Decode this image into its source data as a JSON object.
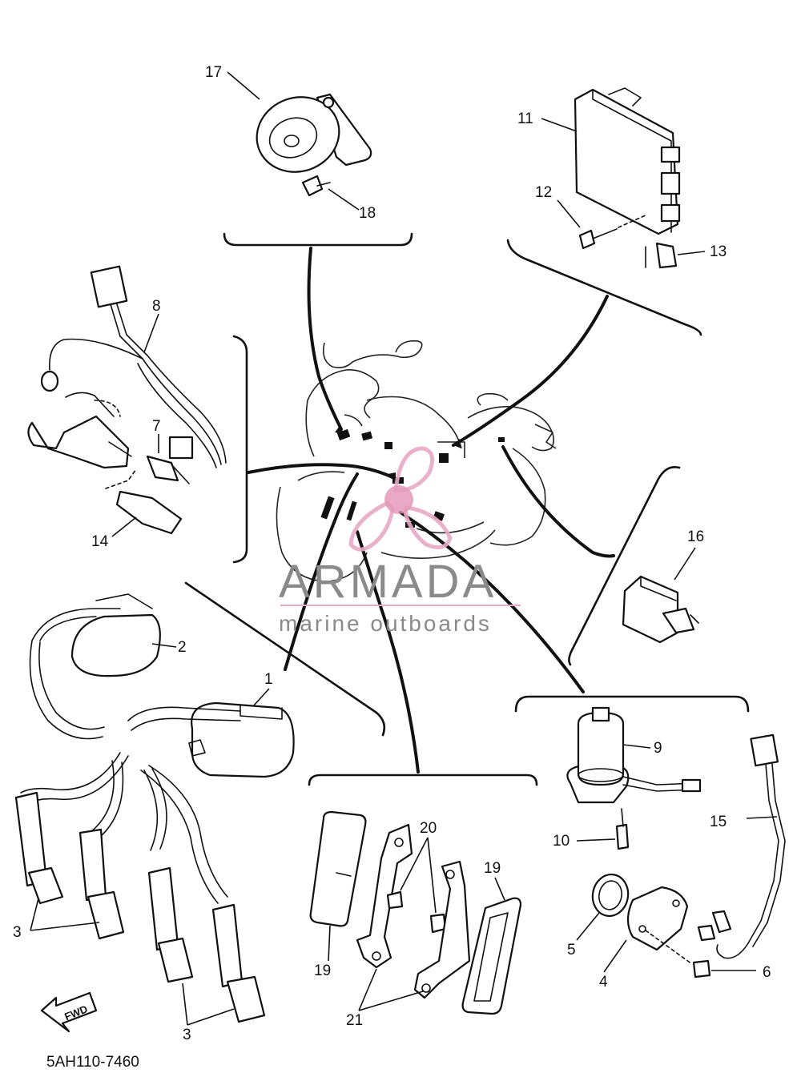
{
  "diagram": {
    "part_code": "5AH110-7460",
    "fwd_label": "FWD",
    "watermark": {
      "brand": "ARMADA",
      "tagline": "marine outboards",
      "brand_color": "#7a7a7a",
      "logo_color": "#e8a9c6",
      "logo_center_color": "#e28fb3"
    },
    "callouts": {
      "n1": "1",
      "n2": "2",
      "n3a": "3",
      "n3b": "3",
      "n4": "4",
      "n5": "5",
      "n6": "6",
      "n7": "7",
      "n8": "8",
      "n9": "9",
      "n10": "10",
      "n11": "11",
      "n12": "12",
      "n13": "13",
      "n14": "14",
      "n15": "15",
      "n16": "16",
      "n17": "17",
      "n18": "18",
      "n19a": "19",
      "n19b": "19",
      "n20": "20",
      "n21": "21"
    }
  }
}
